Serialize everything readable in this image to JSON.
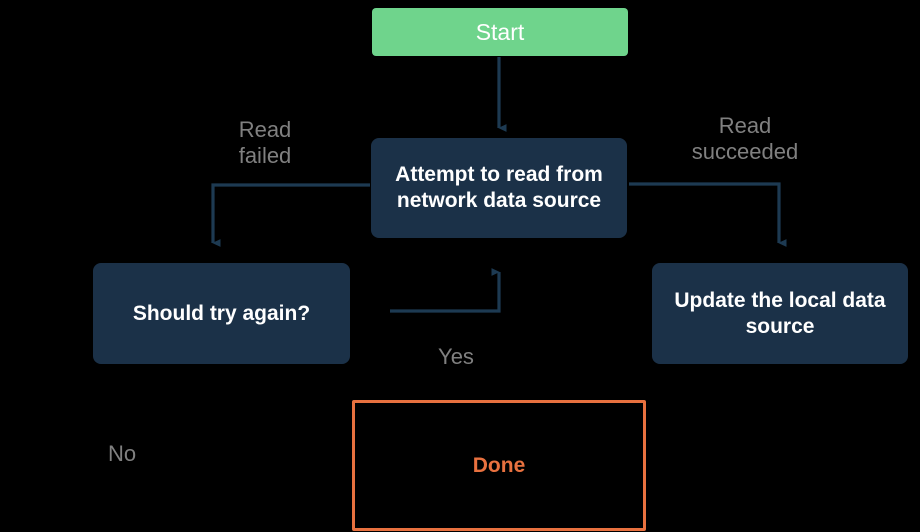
{
  "diagram": {
    "title": "Network read flowchart",
    "background": "#000000",
    "colors": {
      "start_fill": "#6fd48c",
      "process_fill": "#1b3148",
      "edge_stroke": "#1d3a52",
      "label_text": "#808080",
      "node_text": "#ffffff",
      "selected_border": "#e8713f",
      "selected_text": "#e8713f"
    },
    "nodes": [
      {
        "id": "start",
        "label": "Start",
        "shape": "rounded-rect",
        "style": "start"
      },
      {
        "id": "attempt",
        "label": "Attempt to read from network data source",
        "shape": "rounded-rect",
        "style": "process"
      },
      {
        "id": "retry",
        "label": "Should try again?",
        "shape": "rounded-rect",
        "style": "process"
      },
      {
        "id": "update",
        "label": "Update the local data source",
        "shape": "rounded-rect",
        "style": "process"
      },
      {
        "id": "done",
        "label": "Done",
        "shape": "rect",
        "style": "selected"
      }
    ],
    "edges": [
      {
        "id": "e-start-attempt",
        "from": "start",
        "to": "attempt",
        "label": ""
      },
      {
        "id": "e-attempt-retry",
        "from": "attempt",
        "to": "retry",
        "label": "Read\nfailed"
      },
      {
        "id": "e-attempt-update",
        "from": "attempt",
        "to": "update",
        "label": "Read\nsucceeded"
      },
      {
        "id": "e-retry-attempt",
        "from": "retry",
        "to": "attempt",
        "label": "Yes"
      },
      {
        "id": "e-retry-done",
        "from": "retry",
        "to": "done",
        "label": "No"
      }
    ]
  }
}
